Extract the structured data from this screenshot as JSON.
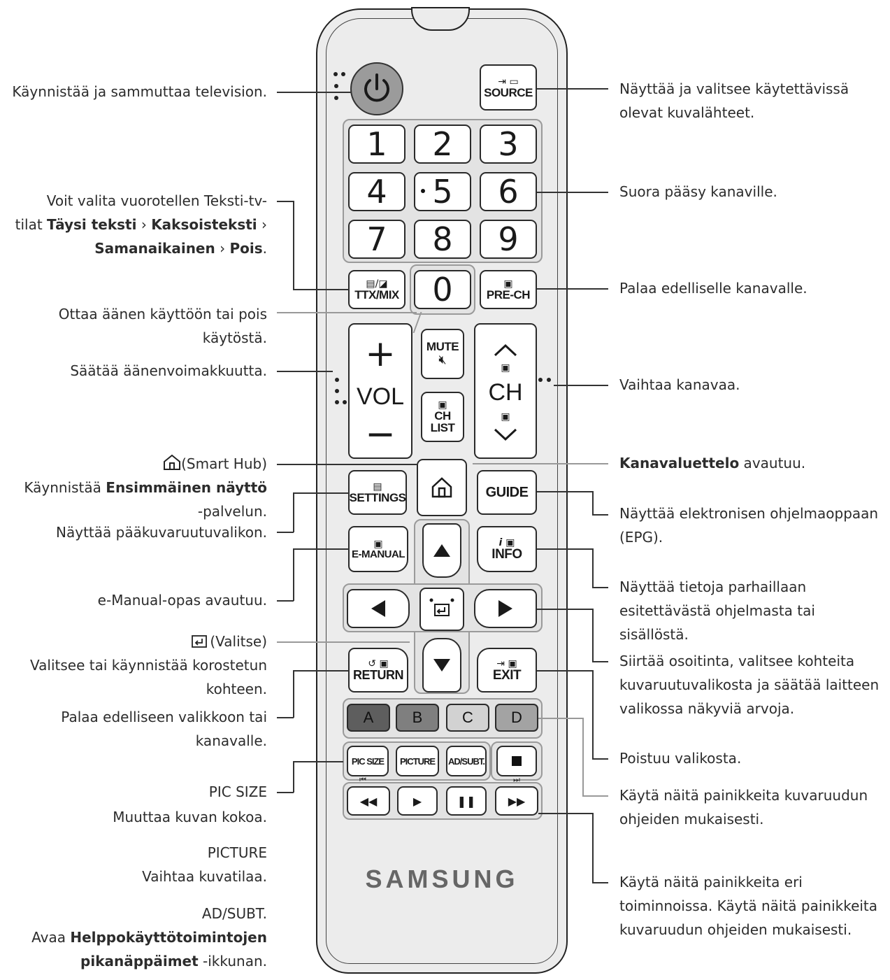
{
  "remote": {
    "brand": "SAMSUNG",
    "source": "SOURCE",
    "digits": [
      "1",
      "2",
      "3",
      "4",
      "5",
      "6",
      "7",
      "8",
      "9",
      "0"
    ],
    "ttx": "TTX/MIX",
    "prech": "PRE-CH",
    "mute": "MUTE",
    "vol": "VOL",
    "ch": "CH",
    "chlist_line1": "CH",
    "chlist_line2": "LIST",
    "settings": "SETTINGS",
    "guide": "GUIDE",
    "emanual": "E-MANUAL",
    "info": "INFO",
    "return": "RETURN",
    "exit": "EXIT",
    "colors": [
      {
        "label": "A",
        "color": "#5e5e5e"
      },
      {
        "label": "B",
        "color": "#7f7f7f"
      },
      {
        "label": "C",
        "color": "#d2d2d2"
      },
      {
        "label": "D",
        "color": "#a3a3a3"
      }
    ],
    "picsize": "PIC SIZE",
    "picture": "PICTURE",
    "adsubt": "AD/SUBT."
  },
  "annotations": {
    "power": "Käynnistää ja sammuttaa television.",
    "ttx_l1": "Voit valita vuorotellen Teksti-tv-",
    "ttx_l2a": "tilat ",
    "ttx_l2b": "Täysi teksti",
    "ttx_l2c": " › ",
    "ttx_l2d": "Kaksoisteksti",
    "ttx_l2e": " ›",
    "ttx_l3a": "Samanaikainen",
    "ttx_l3b": " › ",
    "ttx_l3c": "Pois",
    "ttx_l3d": ".",
    "mute_l1": "Ottaa äänen käyttöön tai pois",
    "mute_l2": "käytöstä.",
    "vol": "Säätää äänenvoimakkuutta.",
    "smarthub": "(Smart Hub)",
    "settings_l1a": "Käynnistää ",
    "settings_l1b": "Ensimmäinen näyttö",
    "settings_l2": "-palvelun.",
    "settings_l3": "Näyttää pääkuvaruutuvalikon.",
    "emanual": "e-Manual-opas avautuu.",
    "select_title": "(Valitse)",
    "select_l1": "Valitsee tai käynnistää korostetun",
    "select_l2": "kohteen.",
    "return_l1": "Palaa edelliseen valikkoon tai",
    "return_l2": "kanavalle.",
    "picsize_title": "PIC SIZE",
    "picsize_desc": "Muuttaa kuvan kokoa.",
    "picture_title": "PICTURE",
    "picture_desc": "Vaihtaa kuvatilaa.",
    "adsubt_title": "AD/SUBT.",
    "adsubt_l1a": "Avaa ",
    "adsubt_l1b": "Helppokäyttötoimintojen",
    "adsubt_l2a": "pikanäppäimet",
    "adsubt_l2b": " -ikkunan.",
    "source_l1": "Näyttää ja valitsee käytettävissä",
    "source_l2": "olevat kuvalähteet.",
    "digits": "Suora pääsy kanaville.",
    "prech": "Palaa edelliselle kanavalle.",
    "ch": "Vaihtaa kanavaa.",
    "chlist_a": "Kanavaluettelo",
    "chlist_b": " avautuu.",
    "guide_l1": "Näyttää elektronisen ohjelmaoppaan",
    "guide_l2": "(EPG).",
    "info_l1": "Näyttää tietoja parhaillaan",
    "info_l2": "esitettävästä ohjelmasta tai",
    "info_l3": "sisällöstä.",
    "dir_l1": "Siirtää osoitinta, valitsee kohteita",
    "dir_l2": "kuvaruutuvalikosta ja säätää laitteen",
    "dir_l3": "valikossa näkyviä arvoja.",
    "exit": "Poistuu valikosta.",
    "colorbtn_l1": "Käytä näitä painikkeita kuvaruudun",
    "colorbtn_l2": "ohjeiden mukaisesti.",
    "media_l1": "Käytä näitä painikkeita eri",
    "media_l2": "toiminnoissa. Käytä näitä painikkeita",
    "media_l3": "kuvaruudun ohjeiden mukaisesti."
  }
}
